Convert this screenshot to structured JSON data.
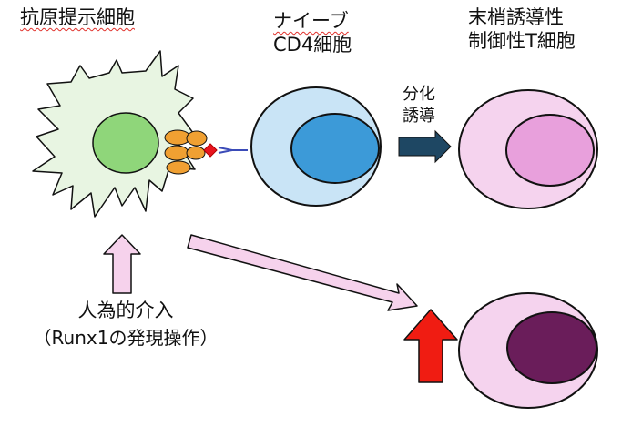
{
  "labels": {
    "apc": "抗原提示細胞",
    "naive_line1": "ナイーブ",
    "naive_line2": "CD4細胞",
    "treg_line1": "末梢誘導性",
    "treg_line2": "制御性T細胞",
    "induce_line1": "分化",
    "induce_line2": "誘導",
    "intervention_line1": "人為的介入",
    "intervention_line2": "（Runx1の発現操作）"
  },
  "colors": {
    "apc_body": "#e8f5e2",
    "apc_nucleus": "#8fd67a",
    "mhc": "#f0a032",
    "antigen": "#e8141e",
    "tcr": "#3b4bb8",
    "naive_cell": "#c9e4f6",
    "naive_nucleus": "#3c9ad8",
    "treg_cell": "#f5d3ee",
    "treg_nucleus": "#e8a0dc",
    "boosted_nucleus": "#6a1d5a",
    "arrow_dark": "#1e4763",
    "arrow_pink": "#f6d2ec",
    "arrow_red": "#f01c12",
    "outline": "#111111"
  },
  "icons": [
    "dendritic-cell-icon",
    "mhc-complex-icon",
    "antigen-icon",
    "tcr-receptor-icon"
  ]
}
